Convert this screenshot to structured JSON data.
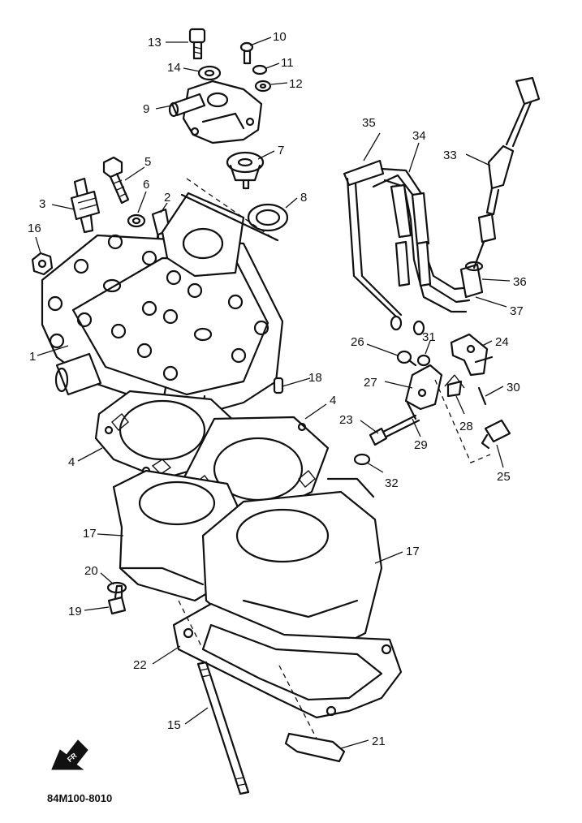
{
  "diagram_code": "84M100-8010",
  "front_marker": "FR",
  "callouts": [
    {
      "id": "c1",
      "label": "1"
    },
    {
      "id": "c2",
      "label": "2"
    },
    {
      "id": "c3",
      "label": "3"
    },
    {
      "id": "c4a",
      "label": "4"
    },
    {
      "id": "c4b",
      "label": "4"
    },
    {
      "id": "c5",
      "label": "5"
    },
    {
      "id": "c6",
      "label": "6"
    },
    {
      "id": "c7",
      "label": "7"
    },
    {
      "id": "c8",
      "label": "8"
    },
    {
      "id": "c9",
      "label": "9"
    },
    {
      "id": "c10",
      "label": "10"
    },
    {
      "id": "c11",
      "label": "11"
    },
    {
      "id": "c12",
      "label": "12"
    },
    {
      "id": "c13",
      "label": "13"
    },
    {
      "id": "c14",
      "label": "14"
    },
    {
      "id": "c15",
      "label": "15"
    },
    {
      "id": "c16",
      "label": "16"
    },
    {
      "id": "c17a",
      "label": "17"
    },
    {
      "id": "c17b",
      "label": "17"
    },
    {
      "id": "c18",
      "label": "18"
    },
    {
      "id": "c19",
      "label": "19"
    },
    {
      "id": "c20",
      "label": "20"
    },
    {
      "id": "c21",
      "label": "21"
    },
    {
      "id": "c22",
      "label": "22"
    },
    {
      "id": "c23",
      "label": "23"
    },
    {
      "id": "c24",
      "label": "24"
    },
    {
      "id": "c25",
      "label": "25"
    },
    {
      "id": "c26",
      "label": "26"
    },
    {
      "id": "c27",
      "label": "27"
    },
    {
      "id": "c28",
      "label": "28"
    },
    {
      "id": "c29",
      "label": "29"
    },
    {
      "id": "c30",
      "label": "30"
    },
    {
      "id": "c31",
      "label": "31"
    },
    {
      "id": "c32",
      "label": "32"
    },
    {
      "id": "c33",
      "label": "33"
    },
    {
      "id": "c34",
      "label": "34"
    },
    {
      "id": "c35",
      "label": "35"
    },
    {
      "id": "c36",
      "label": "36"
    },
    {
      "id": "c37",
      "label": "37"
    }
  ]
}
